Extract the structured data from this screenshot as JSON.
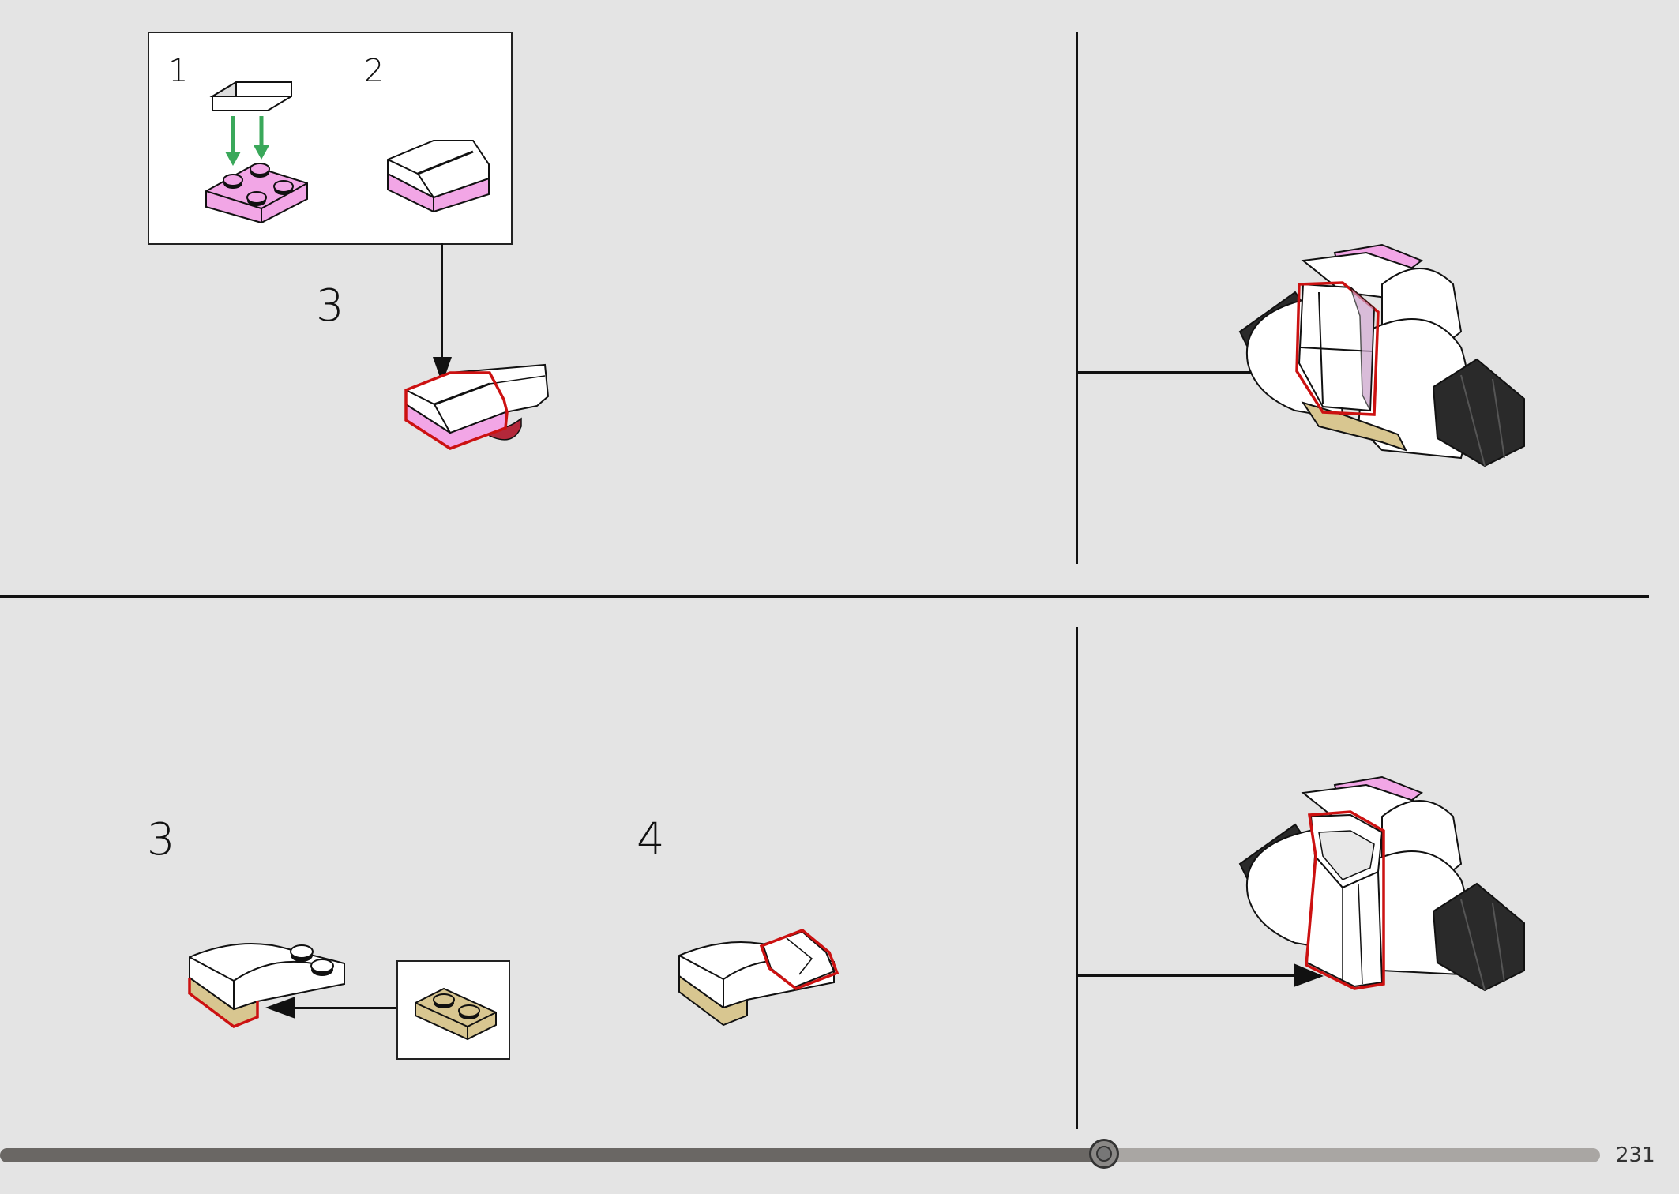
{
  "top_section": {
    "callout_sub_steps": [
      "1",
      "2"
    ],
    "step_number": "3"
  },
  "bottom_section": {
    "step_left": "3",
    "step_right": "4"
  },
  "colors": {
    "background": "#e4e4e4",
    "highlight_outline": "#cc1111",
    "pink_plate": "#f2a6e6",
    "tan_plate": "#d8c690",
    "white_brick": "#ffffff",
    "dark_brick": "#2a2a2a",
    "arrow_green": "#3aa85a"
  },
  "footer": {
    "page_number": "231",
    "progress": 0.69
  }
}
